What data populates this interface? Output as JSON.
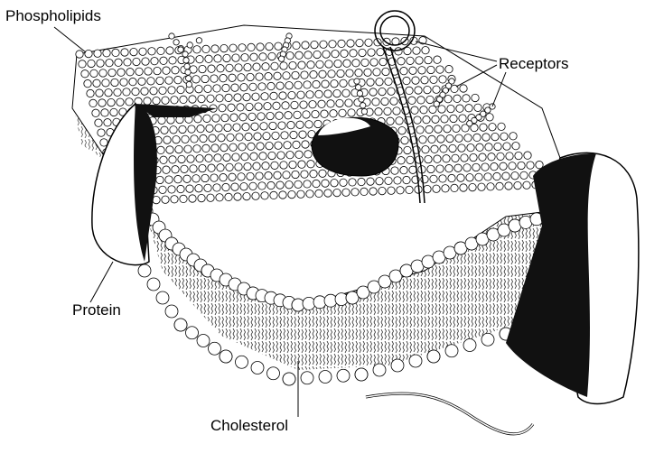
{
  "labels": {
    "phospholipids": "Phospholipids",
    "receptors": "Receptors",
    "protein": "Protein",
    "cholesterol": "Cholesterol"
  },
  "colors": {
    "ink": "#000000",
    "head_fill": "#ffffff",
    "protein_shadow": "#111111"
  }
}
